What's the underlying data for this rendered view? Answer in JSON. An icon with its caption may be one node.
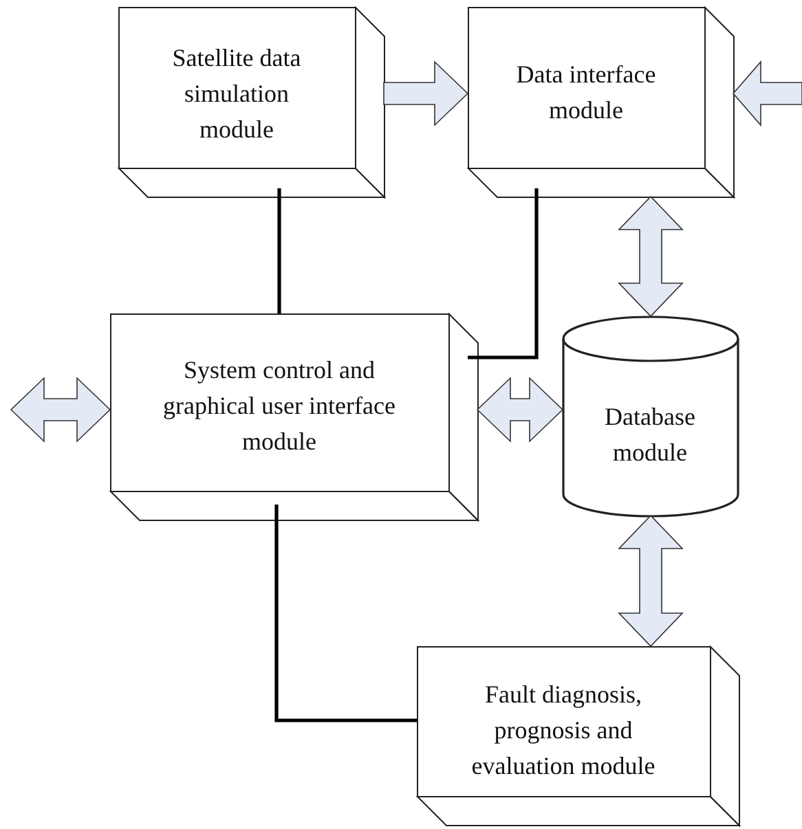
{
  "diagram": {
    "nodes": [
      {
        "text": [
          "Satellite data simulation module"
        ]
      },
      {
        "text": [
          "Data interface module"
        ]
      },
      {
        "text": [
          "System control and graphical user interface module"
        ]
      },
      {
        "text": [
          "Database module"
        ]
      },
      {
        "text": [
          "Fault diagnosis, prognosis and evaluation module"
        ]
      }
    ],
    "edges": [
      {
        "from": 0,
        "to": 1,
        "arrow": "to"
      },
      {
        "from": null,
        "to": 1,
        "arrow": "to"
      },
      {
        "from": 1,
        "to": 3,
        "arrow": "both"
      },
      {
        "from": null,
        "to": 2,
        "arrow": "both"
      },
      {
        "from": 2,
        "to": 3,
        "arrow": "both"
      },
      {
        "from": 3,
        "to": 4,
        "arrow": "both"
      },
      {
        "from": 0,
        "to": 2,
        "arrow": "none",
        "color": "#000000"
      },
      {
        "from": 1,
        "to": 2,
        "arrow": "none",
        "color": "#000000"
      },
      {
        "from": 2,
        "to": 4,
        "arrow": "none",
        "color": "#000000"
      }
    ]
  }
}
